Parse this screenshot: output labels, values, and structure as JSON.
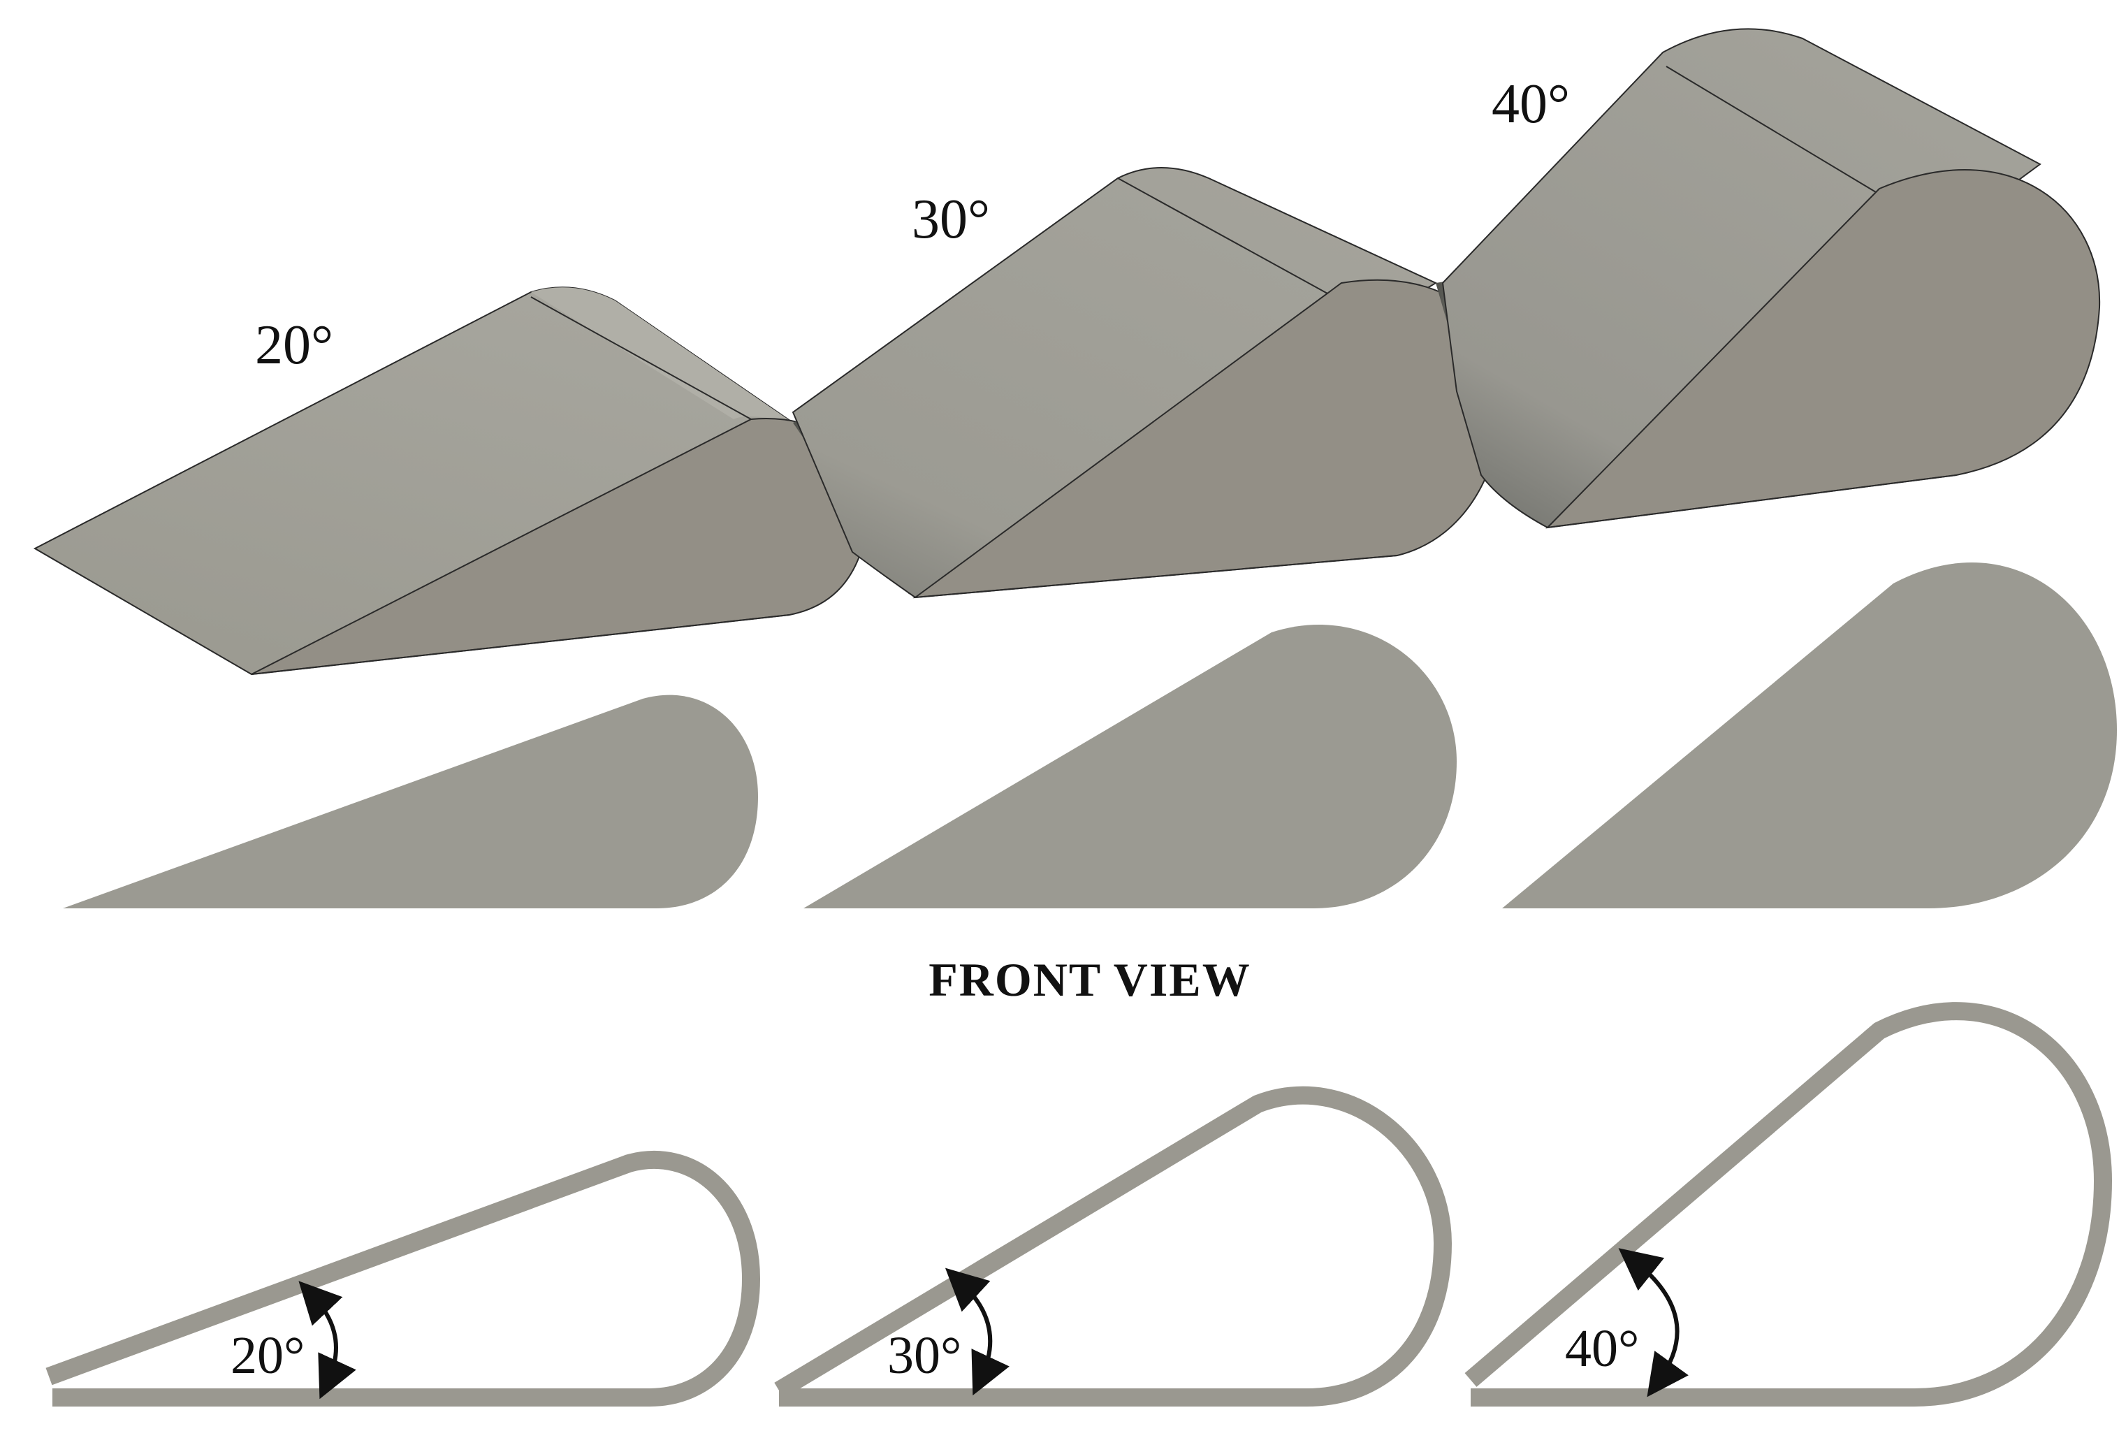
{
  "isometric_labels": {
    "a": "20°",
    "b": "30°",
    "c": "40°"
  },
  "section_title": "FRONT VIEW",
  "outline_labels": {
    "a": "20°",
    "b": "30°",
    "c": "40°"
  },
  "colors": {
    "top_face": "#a09f97",
    "top_face_dark": "#8c8b84",
    "side_face": "#938f86",
    "front_fill": "#9b9a92",
    "outline_stroke": "#9a9890",
    "edge_line": "#2a2a2a",
    "arrow": "#111111"
  }
}
